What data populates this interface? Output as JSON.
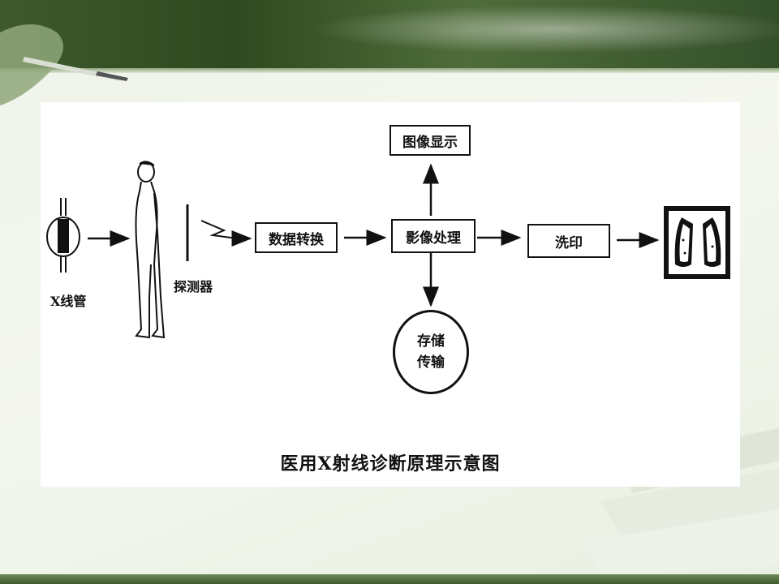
{
  "diagram": {
    "caption": "医用X射线诊断原理示意图",
    "labels": {
      "xray_tube": "X线管",
      "detector": "探测器"
    },
    "boxes": {
      "data_conversion": "数据转换",
      "image_processing": "影像处理",
      "image_display": "图像显示",
      "printing": "洗印"
    },
    "storage": {
      "line1": "存储",
      "line2": "传输"
    }
  }
}
